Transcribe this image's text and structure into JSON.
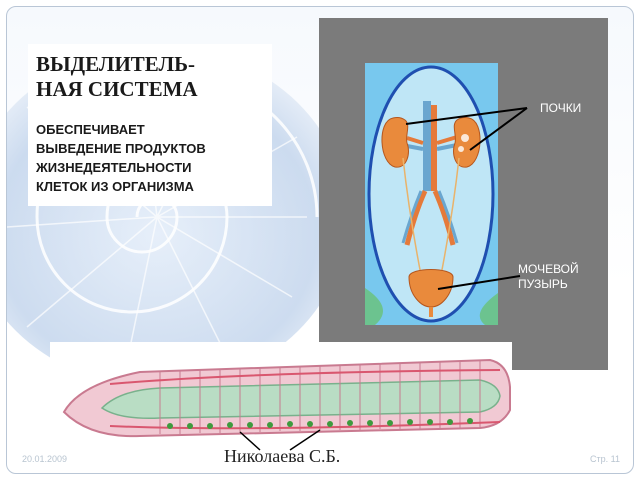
{
  "slide": {
    "title_line1": "ВЫДЕЛИТЕЛЬ-",
    "title_line2": "НАЯ СИСТЕМА",
    "subtitle_line1": "ОБЕСПЕЧИВАЕТ",
    "subtitle_line2": "ВЫВЕДЕНИЕ ПРОДУКТОВ",
    "subtitle_line3": "ЖИЗНЕДЕЯТЕЛЬНОСТИ",
    "subtitle_line4": "КЛЕТОК ИЗ ОРГАНИЗМА"
  },
  "diagram": {
    "kidneys_label": "ПОЧКИ",
    "bladder_label_line1": "МОЧЕВОЙ",
    "bladder_label_line2": "ПУЗЫРЬ"
  },
  "footer": {
    "author": "Николаева С.Б.",
    "date": "20.01.2009",
    "page": "Стр. 11"
  },
  "colors": {
    "panel_gray": "#7b7b7b",
    "diagram_blue": "#78c8ee",
    "kidney_orange": "#e98a3c",
    "vessel_blue": "#6aa6cf",
    "worm_pink": "#e9b8c4",
    "worm_green": "#8ccaa2"
  }
}
